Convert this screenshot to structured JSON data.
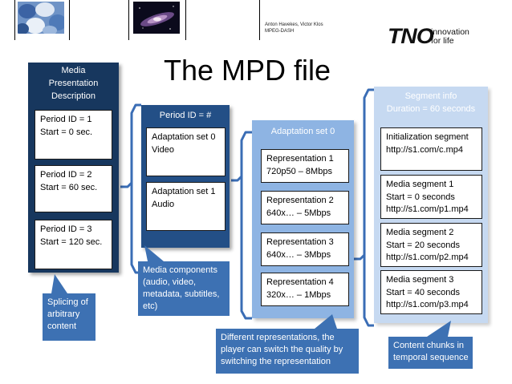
{
  "header": {
    "authors": "Anton Havekes, Victor Klos",
    "topic": "MPEG-DASH",
    "logo_text": "TNO",
    "logo_tagline_1": "innovation",
    "logo_tagline_2": "for life"
  },
  "title": "The MPD file",
  "mpd": {
    "heading_1": "Media",
    "heading_2": "Presentation",
    "heading_3": "Description",
    "periods": [
      {
        "line1": "Period ID = 1",
        "line2": "Start = 0 sec."
      },
      {
        "line1": "Period ID = 2",
        "line2": "Start = 60 sec."
      },
      {
        "line1": "Period ID = 3",
        "line2": "Start = 120 sec."
      }
    ]
  },
  "period": {
    "heading": "Period ID = #",
    "sets": [
      {
        "line1": "Adaptation set 0",
        "line2": "Video"
      },
      {
        "line1": "Adaptation set 1",
        "line2": "Audio"
      }
    ]
  },
  "adaptation": {
    "heading": "Adaptation set 0",
    "reps": [
      {
        "line1": "Representation 1",
        "line2": "720p50 – 8Mbps"
      },
      {
        "line1": "Representation 2",
        "line2": "640x… – 5Mbps"
      },
      {
        "line1": "Representation 3",
        "line2": "640x… – 3Mbps"
      },
      {
        "line1": "Representation 4",
        "line2": "320x… – 1Mbps"
      }
    ]
  },
  "segment": {
    "heading_1": "Segment info",
    "heading_2": "Duration = 60  seconds",
    "boxes": [
      {
        "line1": "Initialization segment",
        "line2": "http://s1.com/c.mp4"
      },
      {
        "line1": "Media segment 1",
        "line2": "Start = 0 seconds",
        "line3": "http://s1.com/p1.mp4"
      },
      {
        "line1": "Media segment 2",
        "line2": "Start = 20 seconds",
        "line3": "http://s1.com/p2.mp4"
      },
      {
        "line1": "Media segment 3",
        "line2": "Start = 40 seconds",
        "line3": "http://s1.com/p3.mp4"
      }
    ]
  },
  "callouts": {
    "splicing": [
      "Splicing of",
      "arbitrary",
      "content"
    ],
    "media_components": [
      "Media components",
      "(audio, video,",
      "metadata, subtitles,",
      "etc)"
    ],
    "representations": [
      "Different representations, the",
      "player can switch the quality by",
      "switching the representation"
    ],
    "chunks": [
      "Content chunks in",
      "temporal sequence"
    ]
  },
  "colors": {
    "dark_navy": "#17375e",
    "mid_blue": "#234f86",
    "light_blue": "#8eb4e3",
    "pale_blue": "#c6d9f1",
    "callout_blue": "#3d71b3",
    "connector": "#3a6db5"
  }
}
